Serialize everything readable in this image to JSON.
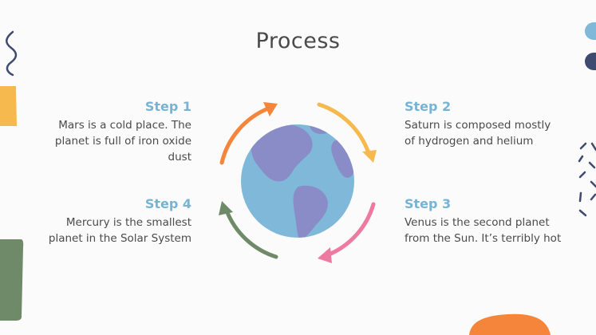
{
  "title": "Process",
  "colors": {
    "accent": "#77b3d3",
    "orange": "#f4853a",
    "yellow": "#f5b94e",
    "pink": "#ee7aa1",
    "green": "#6f8a68",
    "navy": "#3f4a70",
    "ocean": "#7fb8d8",
    "land": "#8a8cc8"
  },
  "steps": [
    {
      "heading": "Step 1",
      "text": "Mars is a cold place. The planet is full of iron oxide dust"
    },
    {
      "heading": "Step 2",
      "text": "Saturn is composed mostly of hydrogen and helium"
    },
    {
      "heading": "Step 3",
      "text": "Venus is the second planet from the Sun. It’s terribly hot"
    },
    {
      "heading": "Step 4",
      "text": "Mercury is the smallest planet in the Solar System"
    }
  ]
}
